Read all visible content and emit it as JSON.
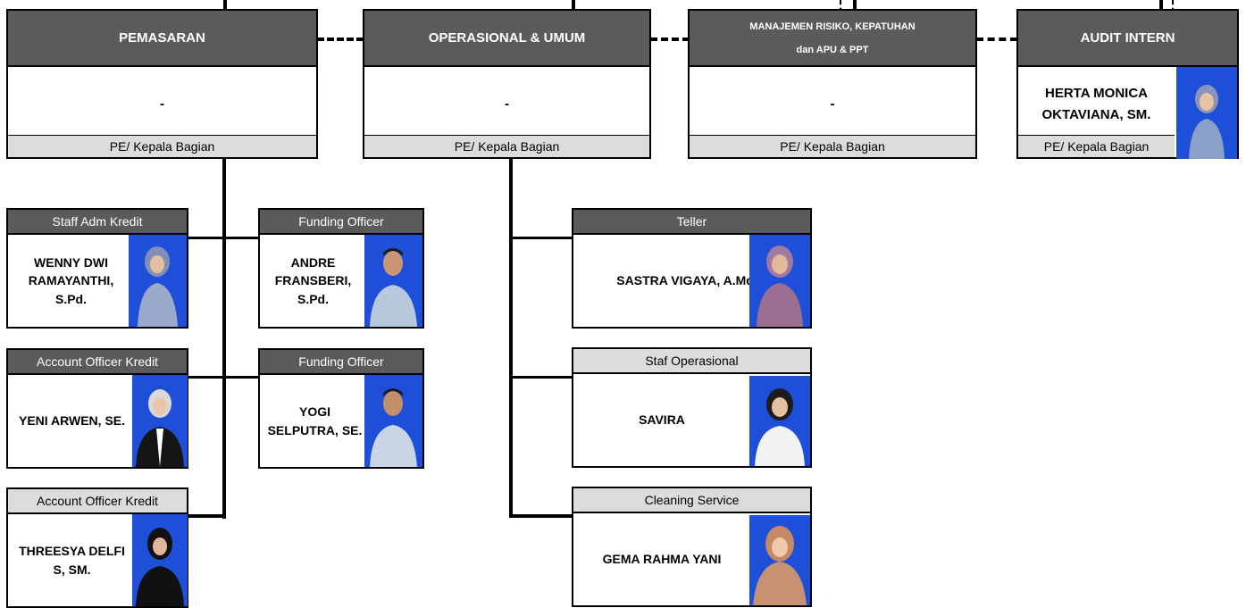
{
  "departments": {
    "pemasaran": {
      "title": "PEMASARAN",
      "name": "-",
      "role": "PE/ Kepala Bagian"
    },
    "operasional": {
      "title": "OPERASIONAL & UMUM",
      "name": "-",
      "role": "PE/ Kepala Bagian"
    },
    "manajemen": {
      "title_line1": "MANAJEMEN RISIKO, KEPATUHAN",
      "title_line2": "dan APU & PPT",
      "name": "-",
      "role": "PE/ Kepala Bagian"
    },
    "audit": {
      "title": "AUDIT INTERN",
      "name": "HERTA MONICA OKTAVIANA, SM.",
      "role": "PE/ Kepala Bagian"
    }
  },
  "staff": {
    "wenny": {
      "position": "Staff Adm Kredit",
      "name": "WENNY DWI RAMAYANTHI, S.Pd."
    },
    "andre": {
      "position": "Funding Officer",
      "name": "ANDRE FRANSBERI, S.Pd."
    },
    "yeni": {
      "position": "Account Officer Kredit",
      "name": "YENI ARWEN, SE."
    },
    "yogi": {
      "position": "Funding Officer",
      "name": "YOGI SELPUTRA, SE."
    },
    "threesya": {
      "position": "Account Officer Kredit",
      "name": "THREESYA DELFI S, SM."
    },
    "sastra": {
      "position": "Teller",
      "name": "SASTRA VIGAYA, A.Md."
    },
    "savira": {
      "position": "Staf Operasional",
      "name": "SAVIRA"
    },
    "gema": {
      "position": "Cleaning Service",
      "name": "GEMA RAHMA YANI"
    }
  },
  "colors": {
    "header_dark": "#5b5b5b",
    "footer_light": "#dcdcdc",
    "photo_blue": "#1e4fd8",
    "photo_blue_dark": "#173a9e"
  }
}
